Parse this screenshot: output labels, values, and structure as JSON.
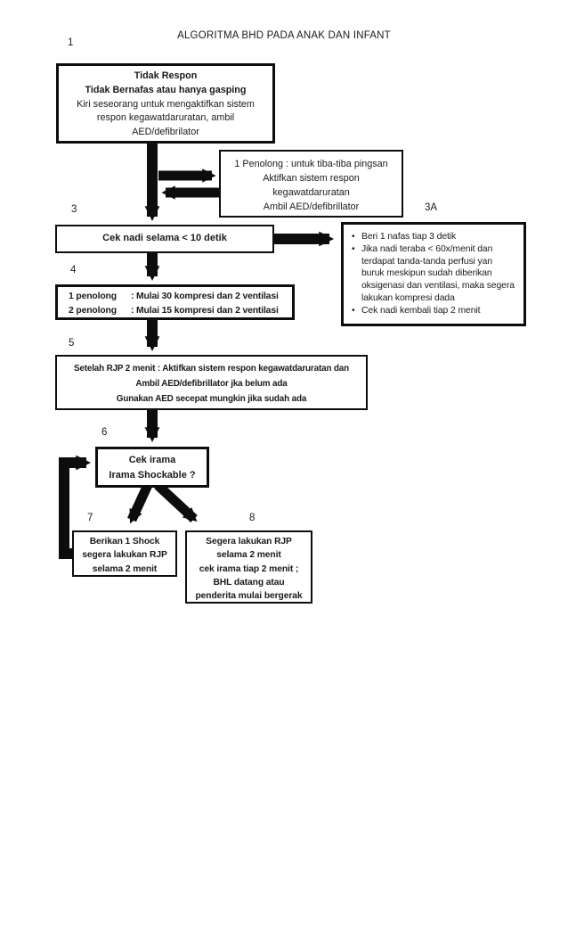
{
  "page": {
    "title": "ALGORITMA BHD PADA ANAK DAN INFANT"
  },
  "colors": {
    "ink": "#1a1a1a",
    "line": "#0d0d0d",
    "background": "#ffffff"
  },
  "boxes": {
    "box1": {
      "number": "1",
      "lines": [
        "Tidak Respon",
        "Tidak Bernafas atau hanya gasping",
        "Kiri seseorang untuk mengaktifkan sistem",
        "respon kegawatdaruratan, ambil",
        "AED/defibrilator"
      ]
    },
    "box2": {
      "lines": [
        "1 Penolong : untuk tiba-tiba pingsan",
        "Aktifkan sistem respon",
        "kegawatdaruratan",
        "Ambil AED/defibrillator"
      ]
    },
    "box3": {
      "number": "3",
      "lines": [
        "Cek nadi selama < 10 detik"
      ]
    },
    "box3a": {
      "number": "3A",
      "bullet_glyph": "•",
      "items": [
        {
          "lines": [
            "Beri 1 nafas tiap 3 detik"
          ]
        },
        {
          "lines": [
            "Jika nadi teraba < 60x/menit dan",
            "terdapat tanda-tanda perfusi yan",
            "buruk meskipun sudah diberikan",
            "oksigenasi dan ventilasi, maka segera",
            "lakukan kompresi dada"
          ]
        },
        {
          "lines": [
            "Cek nadi kembali tiap 2 menit"
          ]
        }
      ]
    },
    "box4": {
      "number": "4",
      "rows": [
        {
          "label": "1 penolong",
          "text": ": Mulai 30 kompresi dan 2 ventilasi"
        },
        {
          "label": "2 penolong",
          "text": ": Mulai 15 kompresi dan 2 ventilasi"
        }
      ]
    },
    "box5": {
      "number": "5",
      "lines": [
        "Setelah RJP 2 menit : Aktifkan sistem respon kegawatdaruratan dan",
        "Ambil AED/defibrillator jka belum ada",
        "Gunakan AED secepat mungkin jika sudah ada"
      ]
    },
    "box6": {
      "number": "6",
      "lines": [
        "Cek irama",
        "Irama Shockable ?"
      ]
    },
    "box7": {
      "number": "7",
      "lines": [
        "Berikan 1 Shock",
        "segera lakukan RJP",
        "selama 2 menit"
      ]
    },
    "box8": {
      "number": "8",
      "lines": [
        "Segera lakukan RJP",
        "selama 2 menit",
        "cek irama tiap 2 menit ;",
        "BHL datang atau",
        "penderita mulai bergerak"
      ]
    }
  }
}
